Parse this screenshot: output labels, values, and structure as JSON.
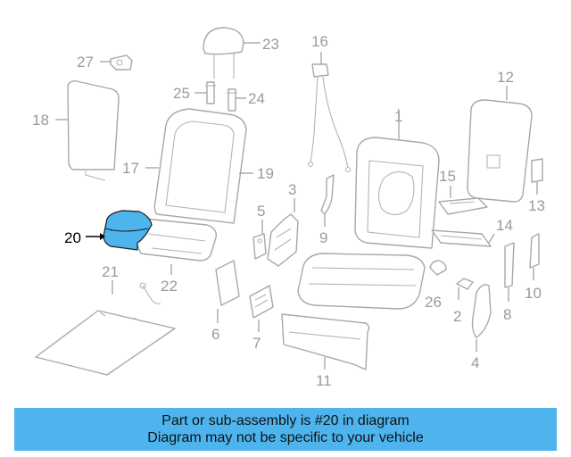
{
  "diagram": {
    "callouts": [
      {
        "number": "1"
      },
      {
        "number": "2"
      },
      {
        "number": "3"
      },
      {
        "number": "4"
      },
      {
        "number": "5"
      },
      {
        "number": "6"
      },
      {
        "number": "7"
      },
      {
        "number": "8"
      },
      {
        "number": "9"
      },
      {
        "number": "10"
      },
      {
        "number": "11"
      },
      {
        "number": "12"
      },
      {
        "number": "13"
      },
      {
        "number": "14"
      },
      {
        "number": "15"
      },
      {
        "number": "16"
      },
      {
        "number": "17"
      },
      {
        "number": "18"
      },
      {
        "number": "19"
      },
      {
        "number": "20"
      },
      {
        "number": "21"
      },
      {
        "number": "22"
      },
      {
        "number": "23"
      },
      {
        "number": "24"
      },
      {
        "number": "25"
      },
      {
        "number": "26"
      },
      {
        "number": "27"
      }
    ],
    "highlighted_part": "20",
    "highlight_color": "#4db4ee",
    "line_color": "#a8a8a8"
  },
  "footer": {
    "line1": "Part or sub-assembly is #20 in diagram",
    "line2": "Diagram may not be specific to your vehicle",
    "background": "#4db4ee"
  }
}
